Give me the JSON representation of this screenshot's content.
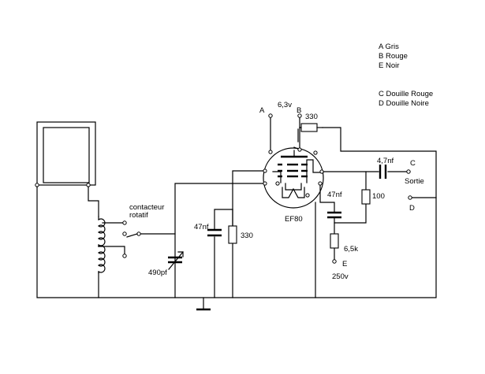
{
  "legend": {
    "line1": "A Gris",
    "line2": "B Rouge",
    "line3": "E Noir",
    "line4": "C Douille Rouge",
    "line5": "D Douille Noire"
  },
  "labels": {
    "term_a": "A",
    "term_b": "B",
    "term_c": "C",
    "term_d": "D",
    "term_e": "E",
    "heater_v": "6,3v",
    "r_330_top": "330",
    "c_out": "4,7nf",
    "sortie": "Sortie",
    "r_100": "100",
    "c_47_right": "47nf",
    "r_6k5": "6,5k",
    "hv": "250v",
    "tube": "EF80",
    "c_47_left": "47nf",
    "r_330_cathode": "330",
    "c_var": "490pf",
    "switch_line1": "contacteur",
    "switch_line2": "rotatif"
  }
}
